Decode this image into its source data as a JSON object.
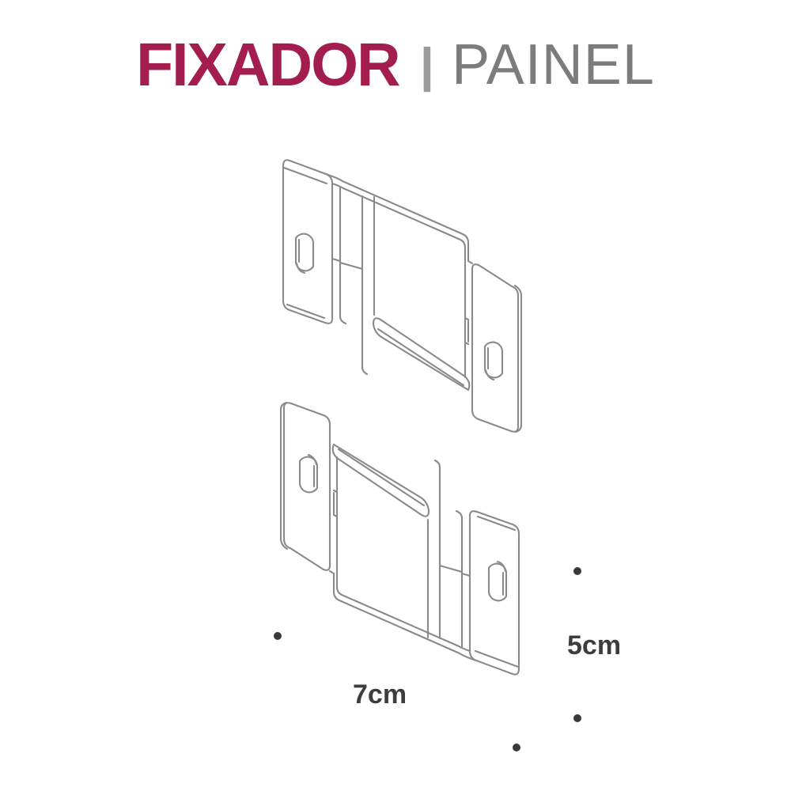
{
  "header": {
    "brand": "FIXADOR",
    "separator": "|",
    "product": "PAINEL"
  },
  "diagram": {
    "subject": "panel fixing bracket, two isometric views",
    "bracket_count": 2,
    "width_label": "7cm",
    "height_label": "5cm"
  },
  "colors": {
    "brand": "#A31E4F",
    "product": "#7C7C7C",
    "separator": "#9B9B9B",
    "line": "#8A8A8A",
    "dimension_text": "#3D3D3D",
    "dot": "#3A3A3A",
    "background": "#FFFFFF"
  }
}
